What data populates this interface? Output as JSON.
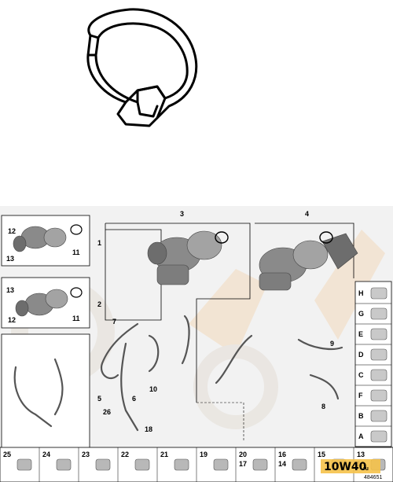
{
  "callouts": {
    "assembly_3": "3",
    "assembly_4": "4",
    "assembly_1": "1",
    "assembly_2": "2",
    "assembly_5": "5",
    "assembly_6": "6",
    "assembly_7": "7",
    "assembly_8": "8",
    "assembly_9": "9",
    "assembly_10": "10",
    "assembly_11a": "11",
    "assembly_11b": "11",
    "assembly_12a": "12",
    "assembly_12b": "12",
    "assembly_13a": "13",
    "assembly_13b": "13",
    "assembly_26": "26",
    "assembly_18": "18"
  },
  "legend": {
    "items": [
      {
        "num": "",
        "letter": "H"
      },
      {
        "num": "",
        "letter": "G"
      },
      {
        "num": "",
        "letter": "E"
      },
      {
        "num": "",
        "letter": "D"
      },
      {
        "num": "",
        "letter": "C"
      },
      {
        "num": "",
        "letter": "F"
      },
      {
        "num": "",
        "letter": "B"
      },
      {
        "num": "",
        "letter": "A"
      }
    ]
  },
  "parts_strip": {
    "items": [
      "25",
      "24",
      "23",
      "22",
      "21",
      "19",
      "20",
      "16",
      "15",
      "13"
    ],
    "sub": [
      "",
      "",
      "",
      "",
      "",
      "",
      "17",
      "14",
      "",
      "10"
    ]
  },
  "watermark": "10W40",
  "watermark_suffix": ".ru",
  "image_number": "484651"
}
